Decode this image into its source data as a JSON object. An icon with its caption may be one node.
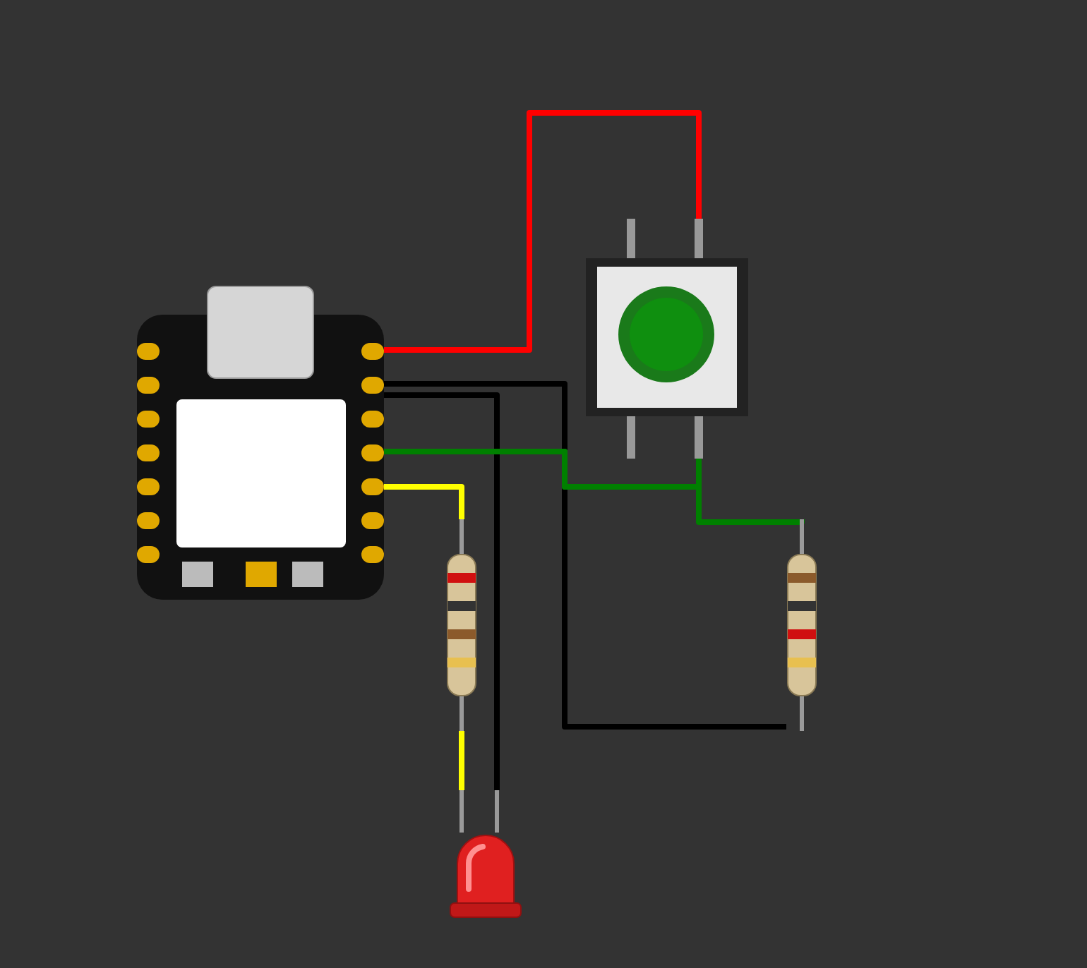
{
  "diagram": {
    "nodes": [
      {
        "text": [],
        "shape": "picture"
      },
      {
        "text": [],
        "shape": "picture"
      },
      {
        "text": [],
        "shape": "picture"
      },
      {
        "text": [],
        "shape": "picture"
      },
      {
        "text": [],
        "shape": "picture"
      }
    ],
    "edges": [
      {
        "from": 0,
        "to": 1,
        "arrow": "none",
        "color": "#ff0000"
      },
      {
        "from": 0,
        "to": 3,
        "arrow": "none",
        "color": "#000000"
      },
      {
        "from": 0,
        "to": 4,
        "arrow": "none",
        "color": "#000000"
      },
      {
        "from": 0,
        "to": 1,
        "arrow": "none",
        "color": "#008000"
      },
      {
        "from": 0,
        "to": 3,
        "arrow": "none",
        "color": "#008000"
      },
      {
        "from": 0,
        "to": 2,
        "arrow": "none",
        "color": "#ffff00"
      },
      {
        "from": 2,
        "to": 4,
        "arrow": "none",
        "color": "#ffff00"
      }
    ]
  }
}
